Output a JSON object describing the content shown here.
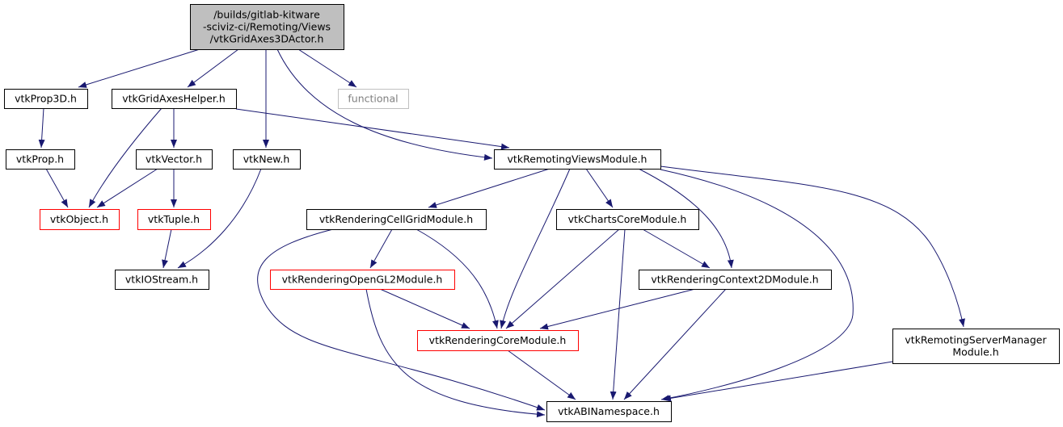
{
  "diagram": {
    "type": "include-dependency-graph",
    "colors": {
      "edge": "#191970",
      "root_fill": "#bfbfbf",
      "truncated_border": "#ff0000",
      "external_border": "#bfbfbf"
    },
    "nodes": [
      {
        "id": "root",
        "lines": [
          "/builds/gitlab-kitware",
          "-sciviz-ci/Remoting/Views",
          "/vtkGridAxes3DActor.h"
        ],
        "style": "root"
      },
      {
        "id": "prop3d",
        "lines": [
          "vtkProp3D.h"
        ],
        "style": "normal"
      },
      {
        "id": "gah",
        "lines": [
          "vtkGridAxesHelper.h"
        ],
        "style": "normal"
      },
      {
        "id": "functional",
        "lines": [
          "functional"
        ],
        "style": "gray"
      },
      {
        "id": "prop",
        "lines": [
          "vtkProp.h"
        ],
        "style": "normal"
      },
      {
        "id": "vector",
        "lines": [
          "vtkVector.h"
        ],
        "style": "normal"
      },
      {
        "id": "new",
        "lines": [
          "vtkNew.h"
        ],
        "style": "normal"
      },
      {
        "id": "rv",
        "lines": [
          "vtkRemotingViewsModule.h"
        ],
        "style": "normal"
      },
      {
        "id": "object",
        "lines": [
          "vtkObject.h"
        ],
        "style": "red"
      },
      {
        "id": "tuple",
        "lines": [
          "vtkTuple.h"
        ],
        "style": "red"
      },
      {
        "id": "cellgrid",
        "lines": [
          "vtkRenderingCellGridModule.h"
        ],
        "style": "normal"
      },
      {
        "id": "charts",
        "lines": [
          "vtkChartsCoreModule.h"
        ],
        "style": "normal"
      },
      {
        "id": "iostream",
        "lines": [
          "vtkIOStream.h"
        ],
        "style": "normal"
      },
      {
        "id": "opengl2",
        "lines": [
          "vtkRenderingOpenGL2Module.h"
        ],
        "style": "red"
      },
      {
        "id": "context2d",
        "lines": [
          "vtkRenderingContext2DModule.h"
        ],
        "style": "normal"
      },
      {
        "id": "core",
        "lines": [
          "vtkRenderingCoreModule.h"
        ],
        "style": "red"
      },
      {
        "id": "sm",
        "lines": [
          "vtkRemotingServerManager",
          "Module.h"
        ],
        "style": "normal"
      },
      {
        "id": "abi",
        "lines": [
          "vtkABINamespace.h"
        ],
        "style": "normal"
      }
    ],
    "edges": [
      {
        "from": "root",
        "to": "prop3d"
      },
      {
        "from": "root",
        "to": "gah"
      },
      {
        "from": "root",
        "to": "new"
      },
      {
        "from": "root",
        "to": "rv"
      },
      {
        "from": "root",
        "to": "functional"
      },
      {
        "from": "prop3d",
        "to": "prop"
      },
      {
        "from": "prop",
        "to": "object"
      },
      {
        "from": "gah",
        "to": "object"
      },
      {
        "from": "gah",
        "to": "vector"
      },
      {
        "from": "gah",
        "to": "rv"
      },
      {
        "from": "vector",
        "to": "object"
      },
      {
        "from": "vector",
        "to": "tuple"
      },
      {
        "from": "tuple",
        "to": "iostream"
      },
      {
        "from": "new",
        "to": "iostream"
      },
      {
        "from": "rv",
        "to": "cellgrid"
      },
      {
        "from": "rv",
        "to": "core"
      },
      {
        "from": "rv",
        "to": "charts"
      },
      {
        "from": "rv",
        "to": "context2d"
      },
      {
        "from": "rv",
        "to": "abi"
      },
      {
        "from": "rv",
        "to": "sm"
      },
      {
        "from": "cellgrid",
        "to": "opengl2"
      },
      {
        "from": "cellgrid",
        "to": "core"
      },
      {
        "from": "cellgrid",
        "to": "abi"
      },
      {
        "from": "charts",
        "to": "core"
      },
      {
        "from": "charts",
        "to": "abi"
      },
      {
        "from": "charts",
        "to": "context2d"
      },
      {
        "from": "opengl2",
        "to": "core"
      },
      {
        "from": "opengl2",
        "to": "abi"
      },
      {
        "from": "context2d",
        "to": "core"
      },
      {
        "from": "context2d",
        "to": "abi"
      },
      {
        "from": "core",
        "to": "abi"
      },
      {
        "from": "sm",
        "to": "abi"
      }
    ]
  }
}
